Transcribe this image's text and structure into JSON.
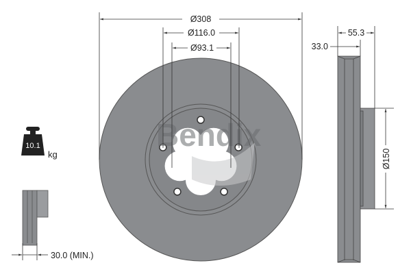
{
  "dimensions": {
    "outer_diameter": "Ø308",
    "hole_circle_diameter": "Ø116.0",
    "center_bore_diameter": "Ø93.1",
    "overall_height": "55.3",
    "disc_thickness": "33.0",
    "hub_diameter": "Ø150",
    "min_thickness": "30.0 (MIN.)"
  },
  "weight": {
    "value": "10.1",
    "unit": "kg"
  },
  "logo": {
    "text": "Bendix"
  },
  "colors": {
    "disc": "#8a8c8f",
    "line": "#333333",
    "background": "#ffffff"
  }
}
